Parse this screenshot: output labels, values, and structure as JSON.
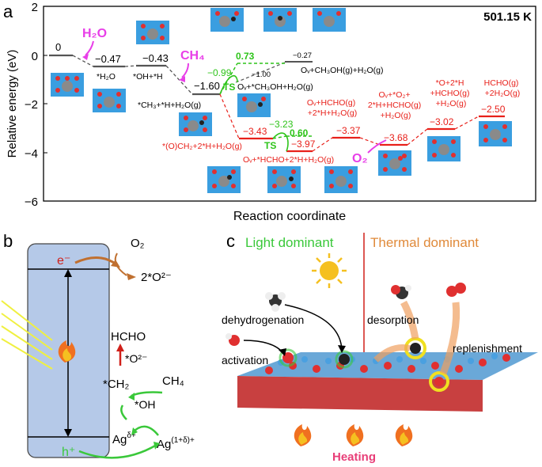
{
  "panel_a": {
    "label": "a",
    "temperature": "501.15 K",
    "ylabel": "Relative energy (eV)",
    "xlabel": "Reaction coordinate",
    "yticks": [
      "2",
      "0",
      "−2",
      "−4",
      "−6"
    ],
    "species": {
      "h2o": "H₂O",
      "ch4": "CH₄",
      "o2": "O₂"
    },
    "ts_label": "TS",
    "levels_black": [
      "0",
      "−0.47",
      "−0.43",
      "−1.60"
    ],
    "state_labels_black": [
      "*H₂O",
      "*OH+*H",
      "*CH₃+*H+H₂O(g)"
    ],
    "green_top": [
      "0.73",
      "−0.99",
      "−1.00"
    ],
    "green_bottom": [
      "−3.23",
      "0.60"
    ],
    "upper_branch": {
      "value": "−0.27",
      "label": "Oᵥ+CH₃OH(g)+H₂O(g)",
      "inter_label": "Oᵥ+*CH₃OH+H₂O(g)"
    },
    "red_levels": [
      "−3.43",
      "−3.97",
      "−3.37",
      "−3.68",
      "−3.02",
      "−2.50"
    ],
    "red_labels": [
      "*(O)CH₂+2*H+H₂O(g)",
      "Oᵥ+*HCHO+2*H+H₂O(g)",
      "Oᵥ+HCHO(g)\n+2*H+H₂O(g)",
      "Oᵥ+*O₂+\n2*H+HCHO(g)\n+H₂O(g)",
      "*O+2*H\n+HCHO(g)\n+H₂O(g)",
      "HCHO(g)\n+2H₂O(g)"
    ],
    "chart_data": {
      "type": "line",
      "title": "",
      "xlabel": "Reaction coordinate",
      "ylabel": "Relative energy (eV)",
      "ylim": [
        -6,
        2
      ],
      "series": [
        {
          "name": "",
          "values": [
            0,
            -0.47,
            -0.43,
            -1.6,
            -3.43,
            -3.97,
            -3.37,
            -3.68,
            -3.02,
            -2.5
          ]
        }
      ],
      "colors": {
        "black": "#555555",
        "red": "#e8201a",
        "green": "#2ec41a",
        "magenta": "#e83ee8"
      }
    }
  },
  "panel_b": {
    "label": "b",
    "electron": "e⁻",
    "hole": "h⁺",
    "o2": "O₂",
    "o2_2minus": "2*O²⁻",
    "hcho": "HCHO",
    "o2minus": "*O²⁻",
    "ch2": "*CH₂",
    "ch4": "CH₄",
    "oh": "*OH",
    "ag_d": "Ag",
    "ag_d_sup": "δ+",
    "ag_1d": "Ag",
    "ag_1d_sup": "(1+δ)+"
  },
  "panel_c": {
    "label": "c",
    "light": "Light dominant",
    "thermal": "Thermal dominant",
    "dehydrogenation": "dehydrogenation",
    "activation": "activation",
    "desorption": "desorption",
    "replenishment": "replenishment",
    "heating": "Heating"
  }
}
